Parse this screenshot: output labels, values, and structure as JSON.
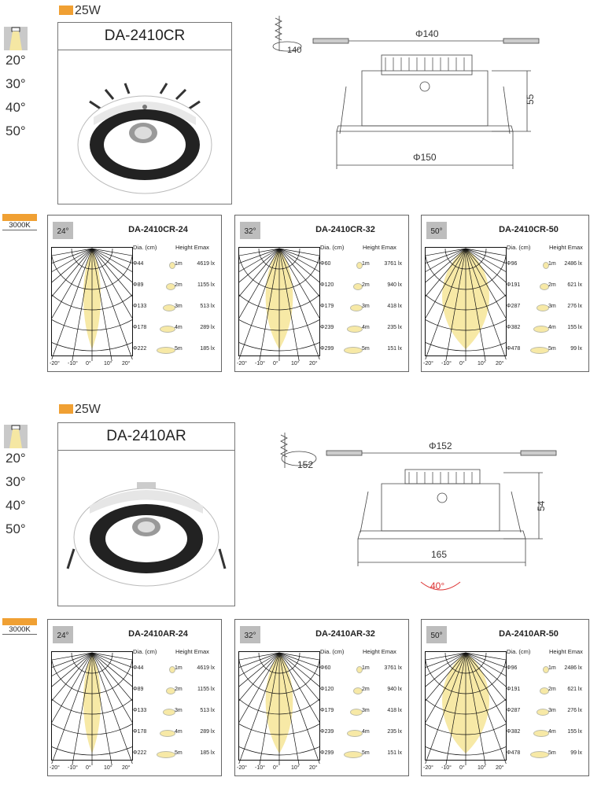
{
  "sections": [
    {
      "wattage": "25W",
      "beam_angles": [
        "20°",
        "30°",
        "40°",
        "50°"
      ],
      "model": "DA-2410CR",
      "drawing": {
        "cutout": "140",
        "top_dim": "Φ140",
        "height": "55",
        "bottom_dim": "Φ150",
        "tilt": ""
      },
      "cct": "3000K",
      "cards": [
        {
          "title": "DA-2410CR-24",
          "angle": "24°",
          "dia": [
            "Φ44",
            "Φ89",
            "Φ133",
            "Φ178",
            "Φ222"
          ],
          "lux": [
            "4619 lx",
            "1155 lx",
            "513 lx",
            "289 lx",
            "185 lx"
          ]
        },
        {
          "title": "DA-2410CR-32",
          "angle": "32°",
          "dia": [
            "Φ60",
            "Φ120",
            "Φ179",
            "Φ239",
            "Φ299"
          ],
          "lux": [
            "3761 lx",
            "940 lx",
            "418 lx",
            "235 lx",
            "151 lx"
          ]
        },
        {
          "title": "DA-2410CR-50",
          "angle": "50°",
          "dia": [
            "Φ96",
            "Φ191",
            "Φ287",
            "Φ382",
            "Φ478"
          ],
          "lux": [
            "2486 lx",
            "621 lx",
            "276 lx",
            "155 lx",
            "99 lx"
          ]
        }
      ]
    },
    {
      "wattage": "25W",
      "beam_angles": [
        "20°",
        "30°",
        "40°",
        "50°"
      ],
      "model": "DA-2410AR",
      "drawing": {
        "cutout": "152",
        "top_dim": "Φ152",
        "height": "54",
        "bottom_dim": "165",
        "tilt": "40°"
      },
      "cct": "3000K",
      "cards": [
        {
          "title": "DA-2410AR-24",
          "angle": "24°",
          "dia": [
            "Φ44",
            "Φ89",
            "Φ133",
            "Φ178",
            "Φ222"
          ],
          "lux": [
            "4619 lx",
            "1155 lx",
            "513 lx",
            "289 lx",
            "185 lx"
          ]
        },
        {
          "title": "DA-2410AR-32",
          "angle": "32°",
          "dia": [
            "Φ60",
            "Φ120",
            "Φ179",
            "Φ239",
            "Φ299"
          ],
          "lux": [
            "3761 lx",
            "940 lx",
            "418 lx",
            "235 lx",
            "151 lx"
          ]
        },
        {
          "title": "DA-2410AR-50",
          "angle": "50°",
          "dia": [
            "Φ96",
            "Φ191",
            "Φ287",
            "Φ382",
            "Φ478"
          ],
          "lux": [
            "2486 lx",
            "621 lx",
            "276 lx",
            "155 lx",
            "99 lx"
          ]
        }
      ]
    }
  ],
  "photometric_labels": {
    "dia_header": "Dia. (cm)",
    "height_header": "Height Emax",
    "heights": [
      "1m",
      "2m",
      "3m",
      "4m",
      "5m"
    ],
    "x_ticks": [
      "-20°",
      "-10°",
      "0°",
      "10°",
      "20°"
    ]
  },
  "colors": {
    "accent": "#f0a033",
    "beam": "#f7e9a6"
  }
}
